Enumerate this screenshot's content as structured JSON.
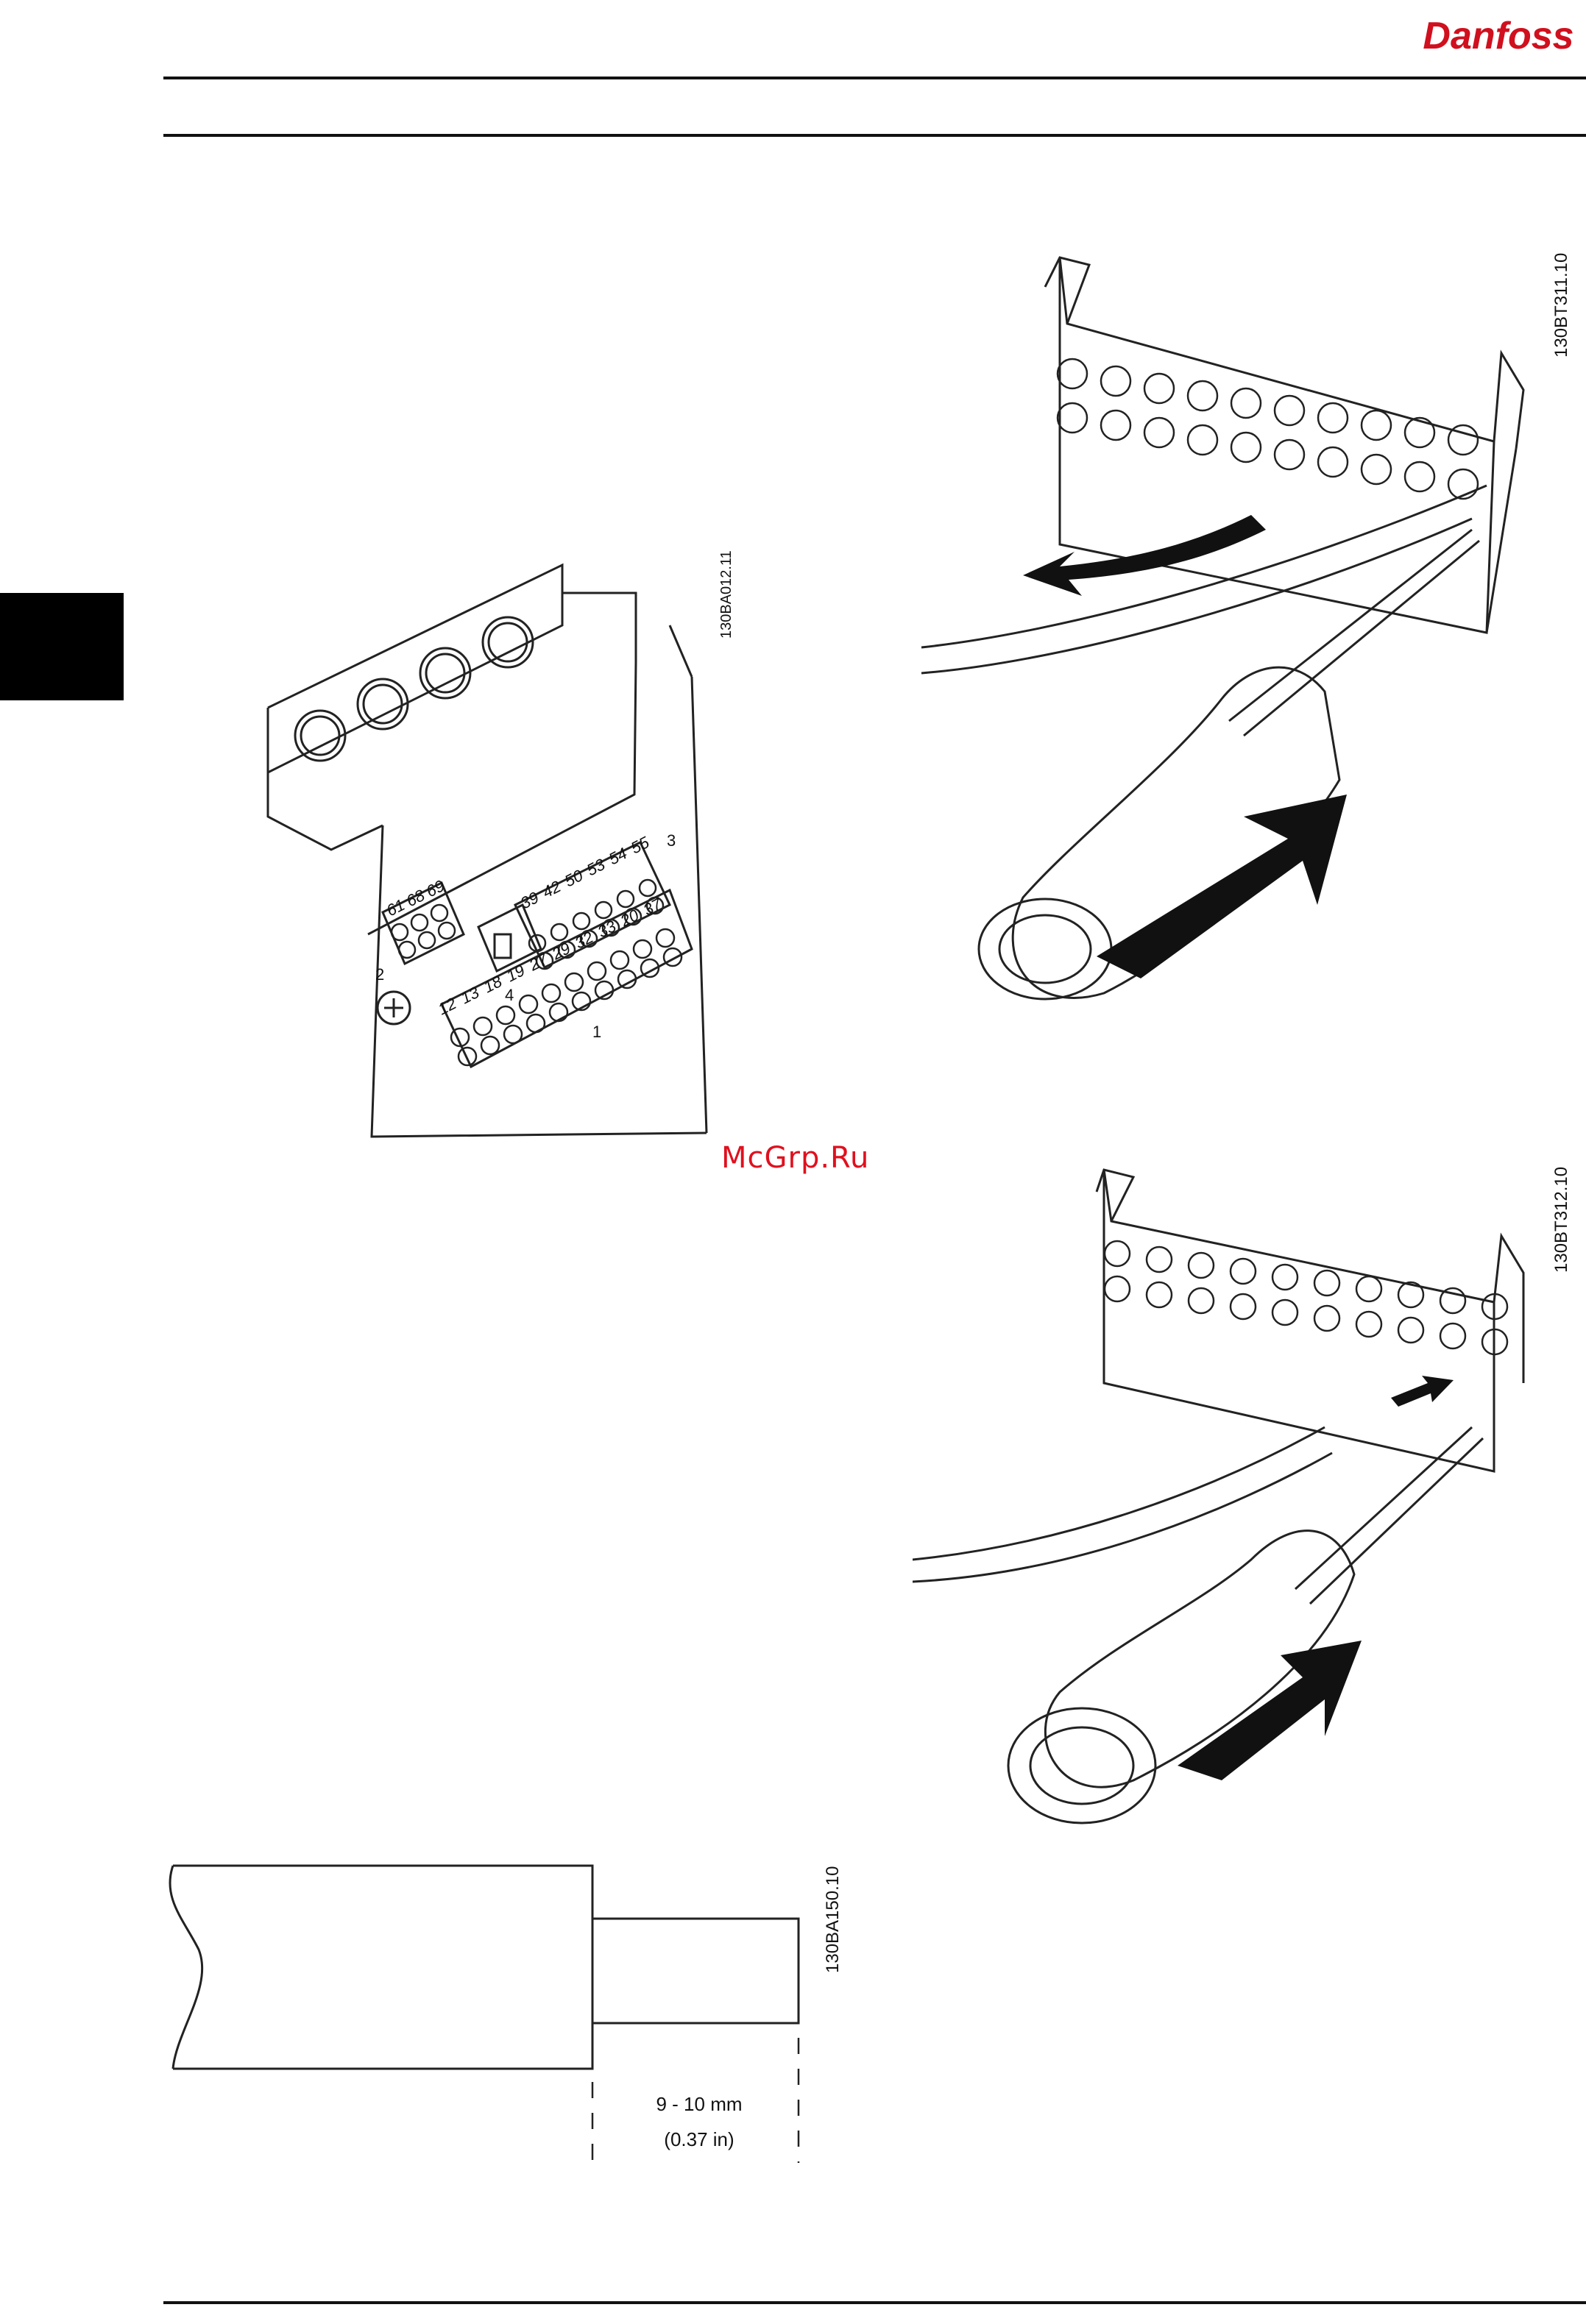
{
  "header": {
    "brand": "Danfoss"
  },
  "figures": {
    "terminal_overview": {
      "code": "130BA012.11",
      "group_labels": [
        "1",
        "2",
        "3",
        "4"
      ],
      "terminals_top": [
        "39",
        "42",
        "50",
        "53",
        "54",
        "55"
      ],
      "terminals_relay": [
        "61",
        "68",
        "69"
      ],
      "terminals_bottom": [
        "12",
        "13",
        "18",
        "19",
        "27",
        "29",
        "32",
        "33",
        "20",
        "37"
      ]
    },
    "unplug_step": {
      "code": "130BT311.10"
    },
    "insert_step": {
      "code": "130BT312.10"
    },
    "wire_strip": {
      "code": "130BA150.10",
      "length_mm": "9 - 10 mm",
      "length_in": "(0.37 in)"
    }
  },
  "watermark": "McGrp.Ru"
}
